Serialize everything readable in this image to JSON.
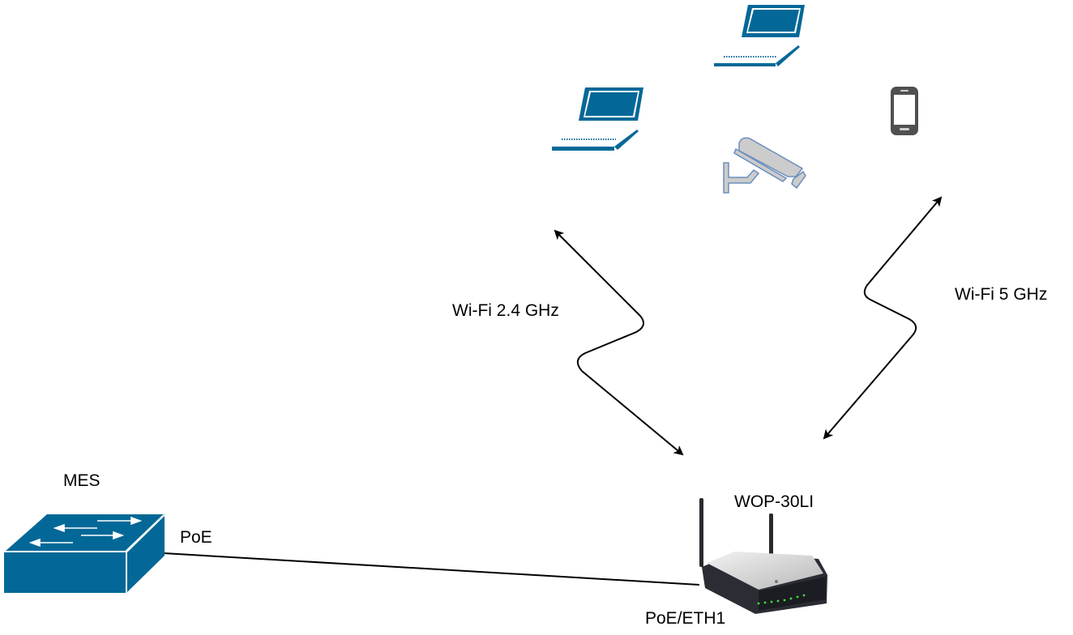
{
  "diagram": {
    "type": "network-topology",
    "nodes": [
      {
        "id": "mes",
        "label": "MES",
        "icon": "network-switch-icon"
      },
      {
        "id": "wop",
        "label": "WOP-30LI",
        "icon": "wireless-router-icon"
      },
      {
        "id": "laptop1",
        "label": "",
        "icon": "laptop-icon"
      },
      {
        "id": "laptop2",
        "label": "",
        "icon": "laptop-icon"
      },
      {
        "id": "camera",
        "label": "",
        "icon": "security-camera-icon"
      },
      {
        "id": "phone",
        "label": "",
        "icon": "smartphone-icon"
      }
    ],
    "edges": [
      {
        "from": "mes",
        "to": "wop",
        "label": "PoE",
        "target_port": "PoE/ETH1",
        "style": "wired"
      },
      {
        "from": "wop",
        "to": "clients-left",
        "label": "Wi-Fi 2.4 GHz",
        "style": "wireless-bidirectional"
      },
      {
        "from": "wop",
        "to": "clients-right",
        "label": "Wi-Fi 5 GHz",
        "style": "wireless-bidirectional"
      }
    ],
    "labels": {
      "mes": "MES",
      "poe": "PoE",
      "wop": "WOP-30LI",
      "port": "PoE/ETH1",
      "wifi24": "Wi-Fi 2.4 GHz",
      "wifi5": "Wi-Fi 5 GHz"
    },
    "colors": {
      "device_blue": "#036897",
      "camera_fill": "#cccccc",
      "camera_stroke": "#6c8ebf",
      "phone_gray": "#505050",
      "line": "#000000"
    }
  }
}
